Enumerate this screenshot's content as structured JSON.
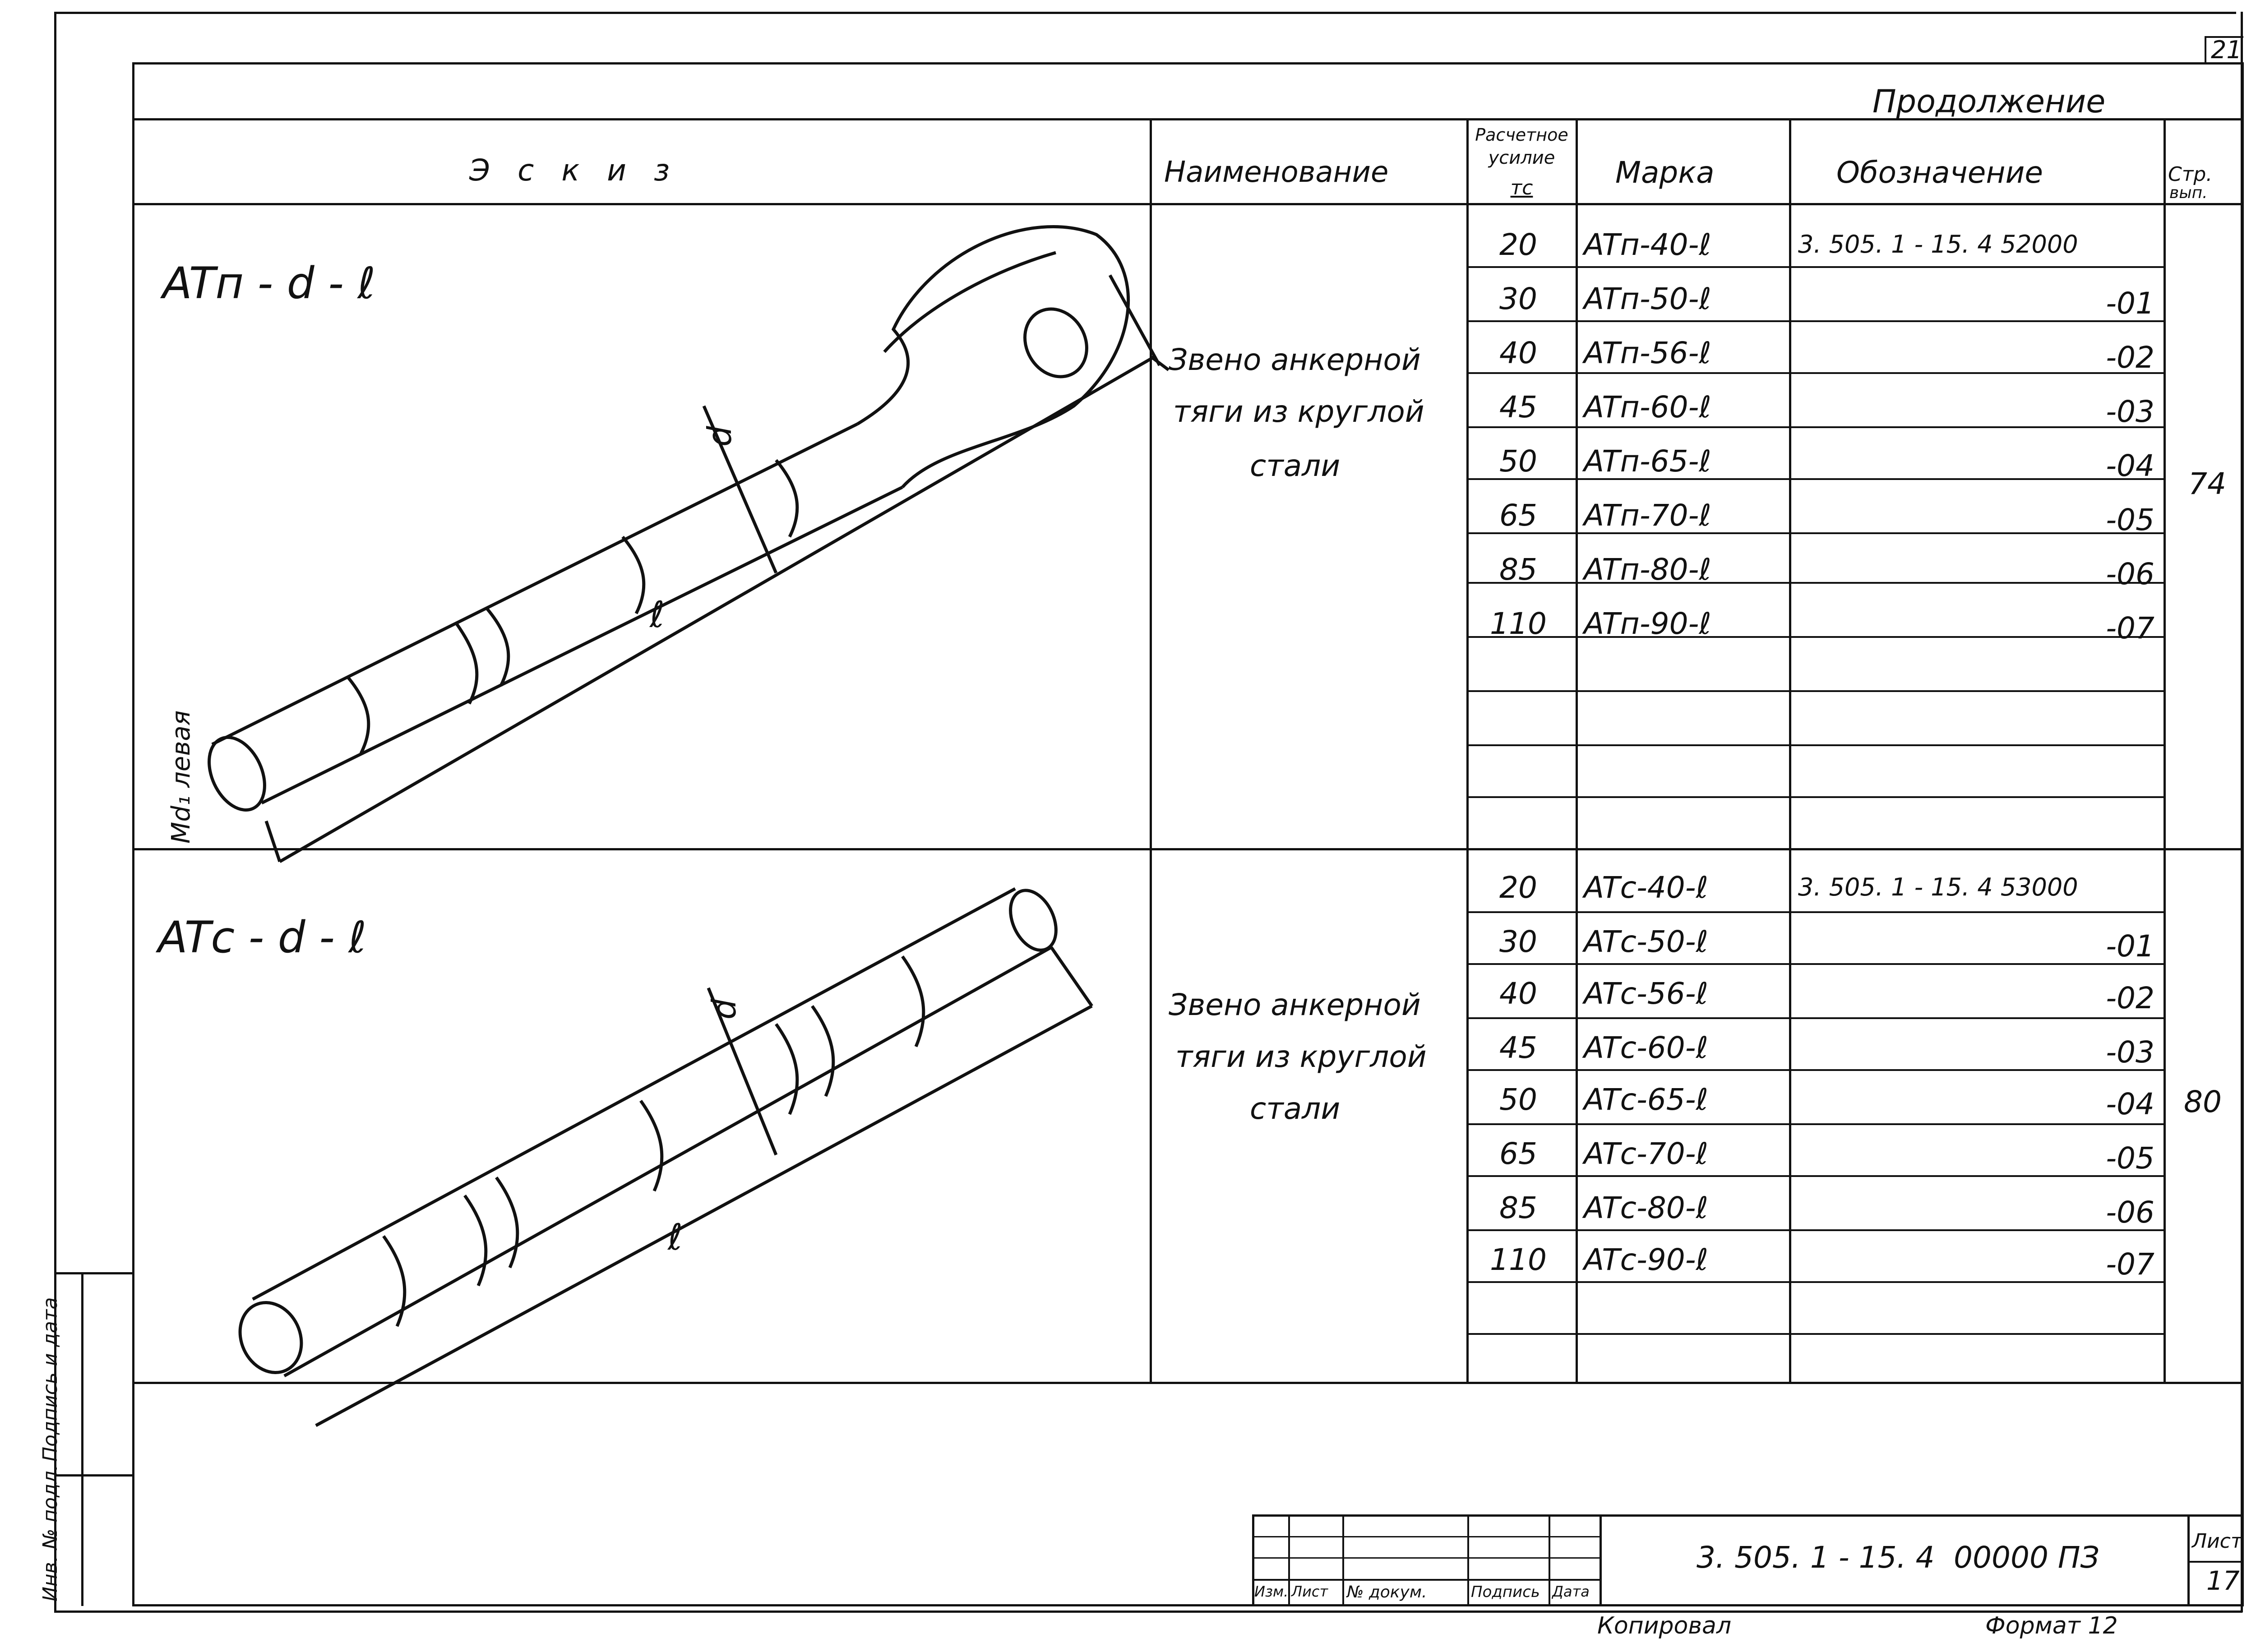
{
  "sheet_corner_number": "21",
  "continuation": "Продолжение",
  "headers": {
    "sketch": "Э с к и з",
    "name": "Наименование",
    "force_line1": "Расчетное",
    "force_line2": "усилие",
    "force_line3": "тс",
    "mark": "Марка",
    "designation": "Обозначение",
    "page": "Стр.",
    "page2": "вып."
  },
  "groups": [
    {
      "sketch_label": "ATп - d - ℓ",
      "name_lines": [
        "Звено анкерной",
        "тяги из круглой",
        "стали"
      ],
      "page": "74",
      "rows": [
        {
          "force": "20",
          "mark": "ATп-40-ℓ",
          "designation": "3. 505. 1 - 15. 4  52000"
        },
        {
          "force": "30",
          "mark": "ATп-50-ℓ",
          "designation": "-01"
        },
        {
          "force": "40",
          "mark": "ATп-56-ℓ",
          "designation": "-02"
        },
        {
          "force": "45",
          "mark": "ATп-60-ℓ",
          "designation": "-03"
        },
        {
          "force": "50",
          "mark": "ATп-65-ℓ",
          "designation": "-04"
        },
        {
          "force": "65",
          "mark": "ATп-70-ℓ",
          "designation": "-05"
        },
        {
          "force": "85",
          "mark": "ATп-80-ℓ",
          "designation": "-06"
        },
        {
          "force": "110",
          "mark": "ATп-90-ℓ",
          "designation": "-07"
        }
      ]
    },
    {
      "sketch_label": "ATс - d - ℓ",
      "name_lines": [
        "Звено анкерной",
        "тяги из круглой",
        "стали"
      ],
      "page": "80",
      "rows": [
        {
          "force": "20",
          "mark": "ATс-40-ℓ",
          "designation": "3. 505. 1 - 15. 4  53000"
        },
        {
          "force": "30",
          "mark": "ATс-50-ℓ",
          "designation": "-01"
        },
        {
          "force": "40",
          "mark": "ATс-56-ℓ",
          "designation": "-02"
        },
        {
          "force": "45",
          "mark": "ATс-60-ℓ",
          "designation": "-03"
        },
        {
          "force": "50",
          "mark": "ATс-65-ℓ",
          "designation": "-04"
        },
        {
          "force": "65",
          "mark": "ATс-70-ℓ",
          "designation": "-05"
        },
        {
          "force": "85",
          "mark": "ATс-80-ℓ",
          "designation": "-06"
        },
        {
          "force": "110",
          "mark": "ATс-90-ℓ",
          "designation": "-07"
        }
      ]
    }
  ],
  "sketch_dims": {
    "d": "d",
    "l": "ℓ",
    "thread": "Md₁ левая"
  },
  "left_stamp": {
    "sign_date": "Подпись и дата",
    "inv_no": "Инв. № подл."
  },
  "title_block": {
    "col_izm": "Изм.",
    "col_list": "Лист",
    "col_doc": "№ докум.",
    "col_sign": "Подпись",
    "col_date": "Дата",
    "doc_code": "3. 505. 1 - 15. 4",
    "doc_suffix": "00000 ПЗ",
    "sheet_label": "Лист",
    "sheet_number": "17",
    "copied": "Копировал",
    "format": "Формат 12"
  }
}
